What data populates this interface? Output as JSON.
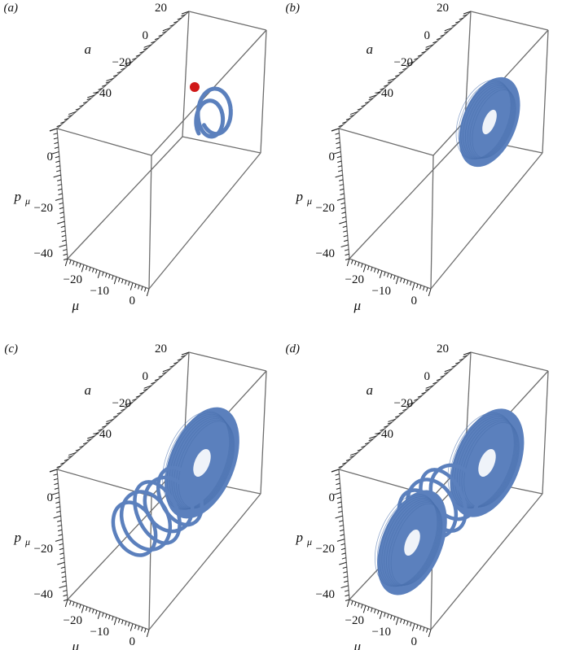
{
  "figure": {
    "panels": [
      {
        "letter": "(a)",
        "axes": {
          "a_ticks": [
            "20",
            "0",
            "−20",
            "−40"
          ],
          "p_ticks": [
            "0",
            "−20",
            "−40"
          ],
          "mu_ticks": [
            "−20",
            "−10",
            "0"
          ],
          "a_label": "a",
          "p_label": "p",
          "p_label_sub": "μ",
          "mu_label": "μ"
        }
      },
      {
        "letter": "(b)",
        "axes": {
          "a_ticks": [
            "20",
            "0",
            "−20",
            "−40"
          ],
          "p_ticks": [
            "0",
            "−20",
            "−40"
          ],
          "mu_ticks": [
            "−20",
            "−10",
            "0"
          ],
          "a_label": "a",
          "p_label": "p",
          "p_label_sub": "μ",
          "mu_label": "μ"
        }
      },
      {
        "letter": "(c)",
        "axes": {
          "a_ticks": [
            "20",
            "0",
            "−20",
            "−40"
          ],
          "p_ticks": [
            "0",
            "−20",
            "−40"
          ],
          "mu_ticks": [
            "−20",
            "−10",
            "0"
          ],
          "a_label": "a",
          "p_label": "p",
          "p_label_sub": "μ",
          "mu_label": "μ"
        }
      },
      {
        "letter": "(d)",
        "axes": {
          "a_ticks": [
            "20",
            "0",
            "−20",
            "−40"
          ],
          "p_ticks": [
            "0",
            "−20",
            "−40"
          ],
          "mu_ticks": [
            "−20",
            "−10",
            "0"
          ],
          "a_label": "a",
          "p_label": "p",
          "p_label_sub": "μ",
          "mu_label": "μ"
        }
      }
    ]
  },
  "chart_data": [
    {
      "type": "line",
      "panel": "(a)",
      "view": "3d",
      "axes": {
        "a": {
          "range": [
            -50,
            20
          ]
        },
        "p_mu": {
          "range": [
            -45,
            10
          ]
        },
        "mu": {
          "range": [
            -25,
            0
          ]
        }
      },
      "series_color": "#5b80bd",
      "marker_color": "#d01818",
      "series": [
        {
          "shape": "spiral",
          "loops": 2,
          "center": {
            "a": -8,
            "p_mu": 2,
            "mu": -2
          }
        }
      ],
      "marker": {
        "a": -8,
        "p_mu": 12,
        "mu": -2
      }
    },
    {
      "type": "line",
      "panel": "(b)",
      "view": "3d",
      "axes": {
        "a": {
          "range": [
            -50,
            20
          ]
        },
        "p_mu": {
          "range": [
            -45,
            10
          ]
        },
        "mu": {
          "range": [
            -25,
            0
          ]
        }
      },
      "series_color": "#5b80bd",
      "series": [
        {
          "shape": "torus",
          "center": {
            "a": -8,
            "p_mu": 2,
            "mu": -2
          }
        }
      ]
    },
    {
      "type": "line",
      "panel": "(c)",
      "view": "3d",
      "axes": {
        "a": {
          "range": [
            -50,
            20
          ]
        },
        "p_mu": {
          "range": [
            -45,
            10
          ]
        },
        "mu": {
          "range": [
            -25,
            0
          ]
        }
      },
      "series_color": "#5b80bd",
      "series": [
        {
          "shape": "torus",
          "center": {
            "a": -8,
            "p_mu": 2,
            "mu": -2
          }
        },
        {
          "shape": "loops",
          "loops": 5,
          "center": {
            "a": -14,
            "p_mu": -15,
            "mu": -12
          }
        }
      ]
    },
    {
      "type": "line",
      "panel": "(d)",
      "view": "3d",
      "axes": {
        "a": {
          "range": [
            -50,
            20
          ]
        },
        "p_mu": {
          "range": [
            -45,
            10
          ]
        },
        "mu": {
          "range": [
            -25,
            0
          ]
        }
      },
      "series_color": "#5b80bd",
      "series": [
        {
          "shape": "torus",
          "center": {
            "a": -8,
            "p_mu": 2,
            "mu": -2
          }
        },
        {
          "shape": "loops",
          "loops": 4,
          "center": {
            "a": -14,
            "p_mu": -12,
            "mu": -10
          }
        },
        {
          "shape": "torus",
          "center": {
            "a": -18,
            "p_mu": -25,
            "mu": -18
          }
        }
      ]
    }
  ]
}
